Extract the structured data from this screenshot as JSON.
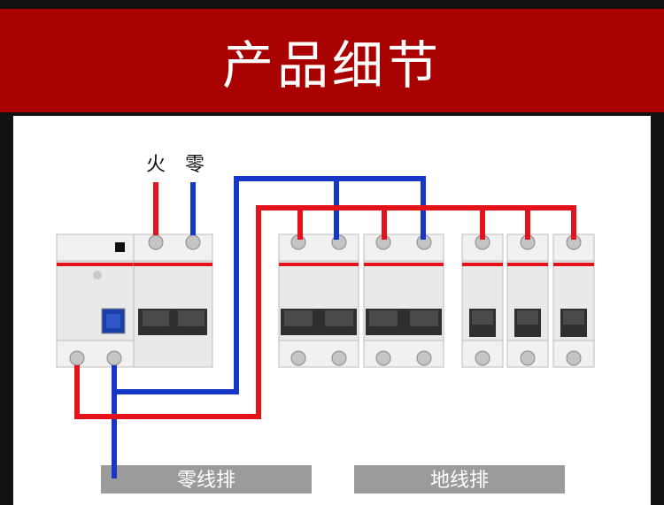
{
  "header": {
    "title": "产品细节"
  },
  "labels": {
    "live": "火",
    "neutral": "零"
  },
  "bars": {
    "neutral_bar": "零线排",
    "ground_bar": "地线排"
  },
  "colors": {
    "banner": "#a90000",
    "live_wire": "#e3121b",
    "neutral_wire": "#1537c8",
    "breaker_body": "#e9e9e9",
    "toggle": "#2f2f2f",
    "test_button": "#1d3fa8",
    "bar_label_bg": "#9b9b9b"
  }
}
